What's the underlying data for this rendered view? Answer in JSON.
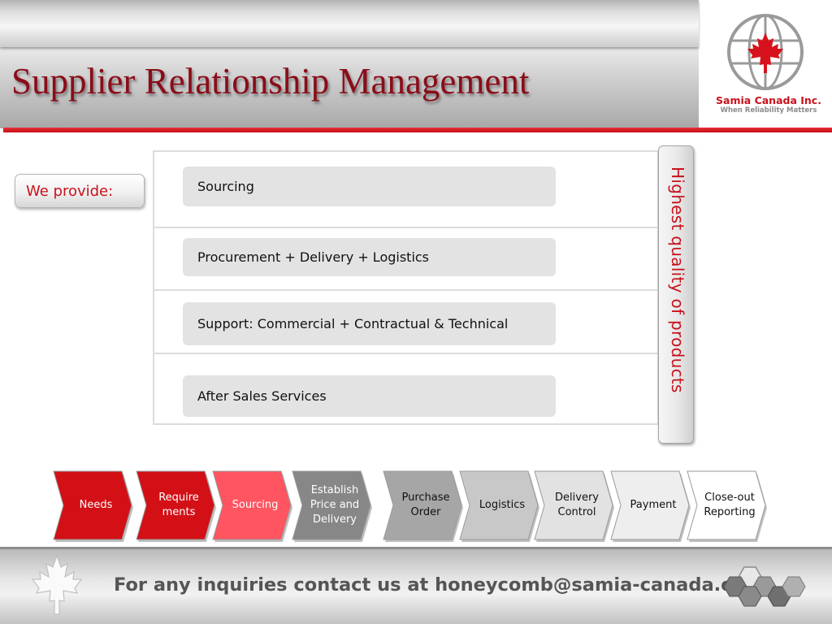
{
  "header": {
    "title": "Supplier Relationship Management",
    "logo": {
      "company": "Samia Canada Inc.",
      "tagline": "When Reliability Matters",
      "icon": "maple-leaf-globe-icon"
    }
  },
  "we_provide": {
    "label": "We provide:"
  },
  "services": [
    {
      "label": "Sourcing"
    },
    {
      "label": "Procurement + Delivery + Logistics"
    },
    {
      "label": "Support: Commercial + Contractual & Technical"
    },
    {
      "label": "After Sales Services"
    }
  ],
  "highlight": {
    "text": "Highest quality of products"
  },
  "process_steps": [
    {
      "label": "Needs",
      "color": "#d21016",
      "text_color": "#ffffff"
    },
    {
      "label": "Require\nments",
      "color": "#d21016",
      "text_color": "#ffffff"
    },
    {
      "label": "Sourcing",
      "color": "#ff5560",
      "text_color": "#ffffff"
    },
    {
      "label": "Establish\nPrice and\nDelivery",
      "color": "#878787",
      "text_color": "#ffffff"
    },
    {
      "label": "Purchase\nOrder",
      "color": "#a6a6a6",
      "text_color": "#111111"
    },
    {
      "label": "Logistics",
      "color": "#c8c8c8",
      "text_color": "#111111"
    },
    {
      "label": "Delivery\nControl",
      "color": "#e2e2e2",
      "text_color": "#111111"
    },
    {
      "label": "Payment",
      "color": "#eeeeee",
      "text_color": "#111111"
    },
    {
      "label": "Close-out\nReporting",
      "color": "#ffffff",
      "text_color": "#111111"
    }
  ],
  "footer": {
    "contact_text": "For any inquiries contact us at honeycomb@samia-canada.com",
    "left_icon": "maple-leaf-icon",
    "right_icon": "honeycomb-icon"
  }
}
